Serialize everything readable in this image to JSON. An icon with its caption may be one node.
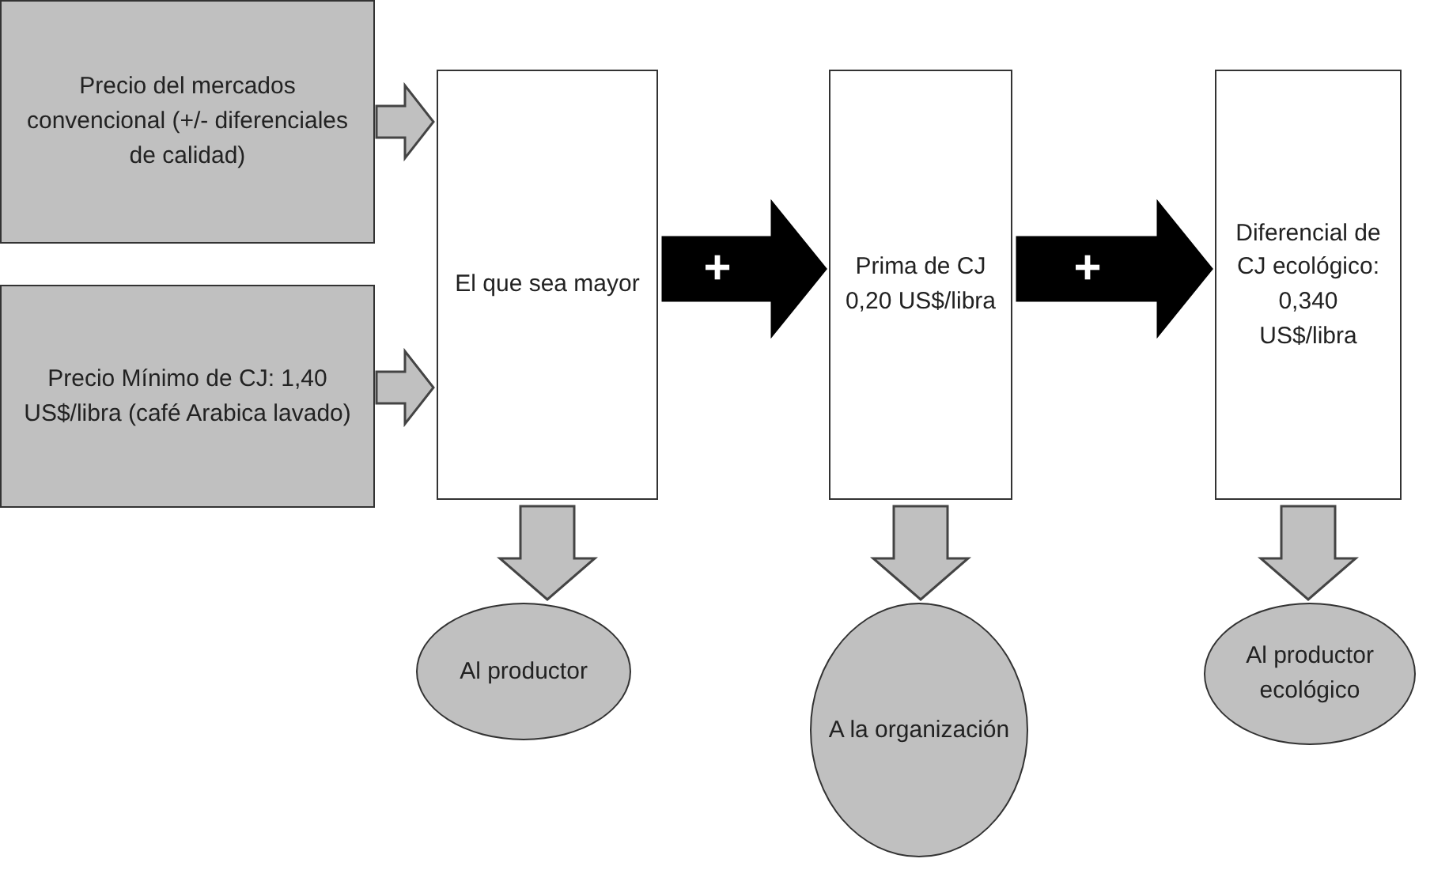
{
  "diagram": {
    "nodes": [
      {
        "text": [
          "Precio del mercados convencional (+/- diferenciales de calidad)"
        ]
      },
      {
        "text": [
          "Precio Mínimo de CJ: 1,40 US$/libra (café Arabica lavado)"
        ]
      },
      {
        "text": [
          "El que sea mayor"
        ]
      },
      {
        "text": [
          "Prima de CJ 0,20 US$/libra"
        ]
      },
      {
        "text": [
          "Diferencial de CJ ecológico: 0,340 US$/libra"
        ]
      },
      {
        "text": [
          "Al productor"
        ]
      },
      {
        "text": [
          "A la organización"
        ]
      },
      {
        "text": [
          "Al productor ecológico"
        ]
      }
    ],
    "edges": [
      {
        "from": 0,
        "to": 2,
        "arrow": "to"
      },
      {
        "from": 1,
        "to": 2,
        "arrow": "to"
      },
      {
        "from": 2,
        "to": 3,
        "arrow": "to",
        "label": "+",
        "color": "#000000"
      },
      {
        "from": 3,
        "to": 4,
        "arrow": "to",
        "label": "+",
        "color": "#000000"
      },
      {
        "from": 2,
        "to": 5,
        "arrow": "to"
      },
      {
        "from": 3,
        "to": 6,
        "arrow": "to"
      },
      {
        "from": 4,
        "to": 7,
        "arrow": "to"
      }
    ]
  }
}
